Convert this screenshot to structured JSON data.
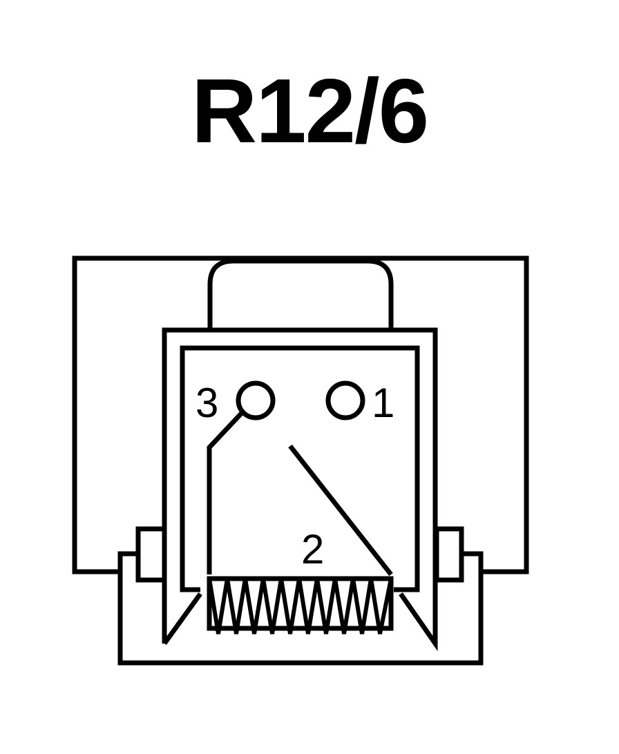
{
  "title": "R12/6",
  "pins": {
    "pin1": "1",
    "pin2": "2",
    "pin3": "3"
  },
  "colors": {
    "stroke": "#000000",
    "background": "#ffffff"
  }
}
